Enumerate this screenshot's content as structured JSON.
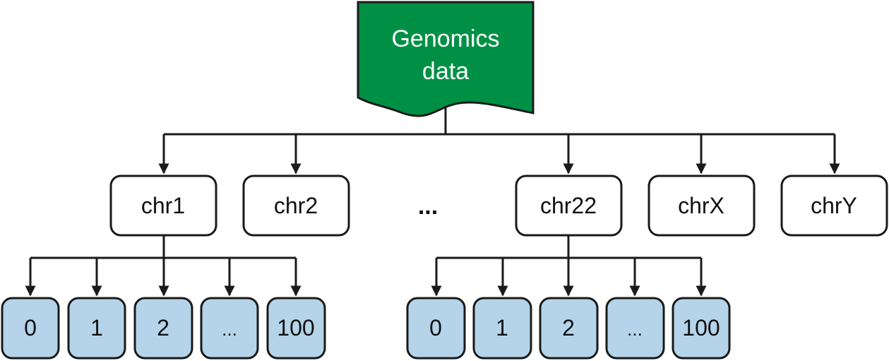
{
  "root": {
    "line1": "Genomics",
    "line2": "data",
    "fill": "#009045"
  },
  "chromosomes": {
    "labels": [
      "chr1",
      "chr2",
      "chr22",
      "chrX",
      "chrY"
    ],
    "ellipsis": "..."
  },
  "chunk_groups": [
    {
      "parent": "chr1",
      "labels": [
        "0",
        "1",
        "2",
        "...",
        "100"
      ]
    },
    {
      "parent": "chr22",
      "labels": [
        "0",
        "1",
        "2",
        "...",
        "100"
      ]
    }
  ],
  "colors": {
    "chunk_fill": "#b5d4ea",
    "node_fill": "#ffffff",
    "line": "#1a1a1a"
  }
}
